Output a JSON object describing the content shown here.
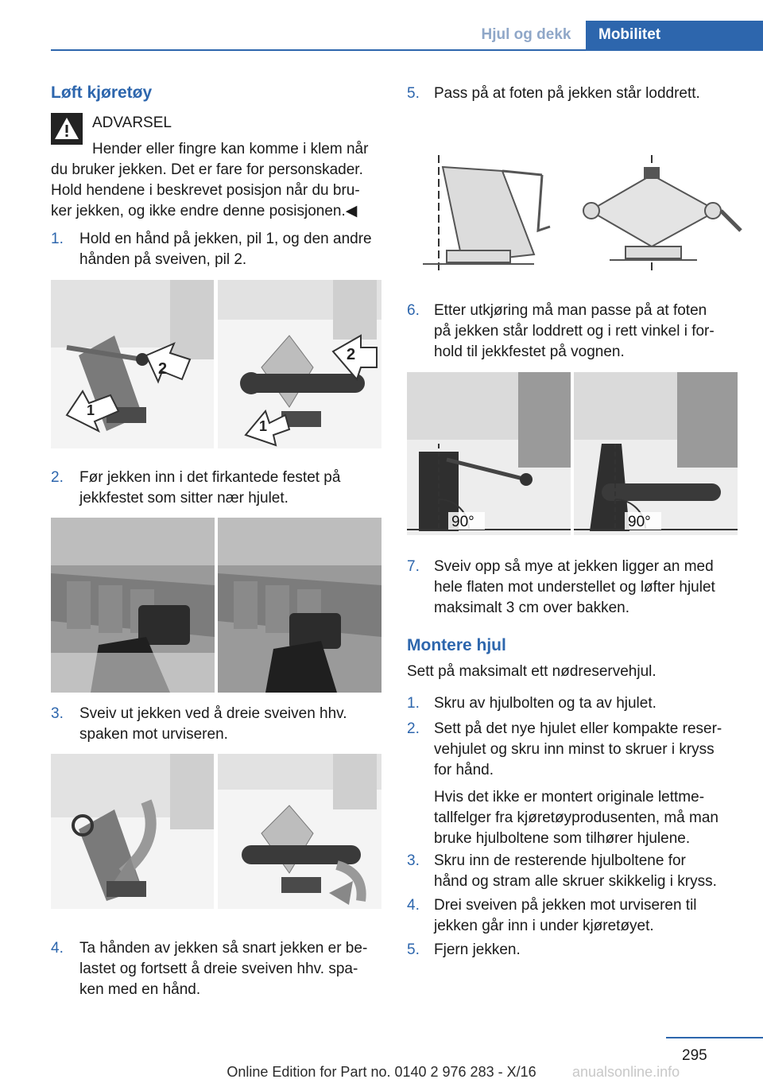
{
  "header": {
    "tab_section": "Hjul og dekk",
    "tab_chapter": "Mobilitet"
  },
  "left": {
    "heading": "Løft kjøretøy",
    "warning_title": "ADVARSEL",
    "warning_line1": "Hender eller fingre kan komme i klem når",
    "warning_line2": "du bruker jekken. Det er fare for personskader.",
    "warning_line3": "Hold hendene i beskrevet posisjon når du bru‐",
    "warning_line4": "ker jekken, og ikke endre denne posisjonen.◀",
    "steps": [
      {
        "num": "1.",
        "l1": "Hold en hånd på jekken, pil 1, og den andre",
        "l2": "hånden på sveiven, pil 2."
      },
      {
        "num": "2.",
        "l1": "Før jekken inn i det firkantede festet på",
        "l2": "jekkfestet som sitter nær hjulet."
      },
      {
        "num": "3.",
        "l1": "Sveiv ut jekken ved å dreie sveiven hhv.",
        "l2": "spaken mot urviseren."
      },
      {
        "num": "4.",
        "l1": "Ta hånden av jekken så snart jekken er be‐",
        "l2": "lastet og fortsett å dreie sveiven hhv. spa‐",
        "l3": "ken med en hånd."
      }
    ],
    "fig1_labels": [
      "2",
      "1",
      "2",
      "1"
    ]
  },
  "right": {
    "steps": [
      {
        "num": "5.",
        "l1": "Pass på at foten på jekken står loddrett."
      },
      {
        "num": "6.",
        "l1": "Etter utkjøring må man passe på at foten",
        "l2": "på jekken står loddrett og i rett vinkel i for‐",
        "l3": "hold til jekkfestet på vognen."
      },
      {
        "num": "7.",
        "l1": "Sveiv opp så mye at jekken ligger an med",
        "l2": "hele flaten mot understellet og løfter hjulet",
        "l3": "maksimalt 3 cm over bakken."
      }
    ],
    "angle_label": "90°",
    "heading": "Montere hjul",
    "intro": "Sett på maksimalt ett nødreservehjul.",
    "mount_steps": [
      {
        "num": "1.",
        "l1": "Skru av hjulbolten og ta av hjulet."
      },
      {
        "num": "2.",
        "l1": "Sett på det nye hjulet eller kompakte reser‐",
        "l2": "vehjulet og skru inn minst to skruer i kryss",
        "l3": "for hånd."
      },
      {
        "num": "",
        "l1": "Hvis det ikke er montert originale lettme‐",
        "l2": "tallfelger fra kjøretøyprodusenten, må man",
        "l3": "bruke hjulboltene som tilhører hjulene."
      },
      {
        "num": "3.",
        "l1": "Skru inn de resterende hjulboltene for",
        "l2": "hånd og stram alle skruer skikkelig i kryss."
      },
      {
        "num": "4.",
        "l1": "Drei sveiven på jekken mot urviseren til",
        "l2": "jekken går inn i under kjøretøyet."
      },
      {
        "num": "5.",
        "l1": "Fjern jekken."
      }
    ]
  },
  "footer": {
    "page": "295",
    "edition": "Online Edition for Part no. 0140 2 976 283 - X/16",
    "watermark": "anualsonline.info"
  }
}
